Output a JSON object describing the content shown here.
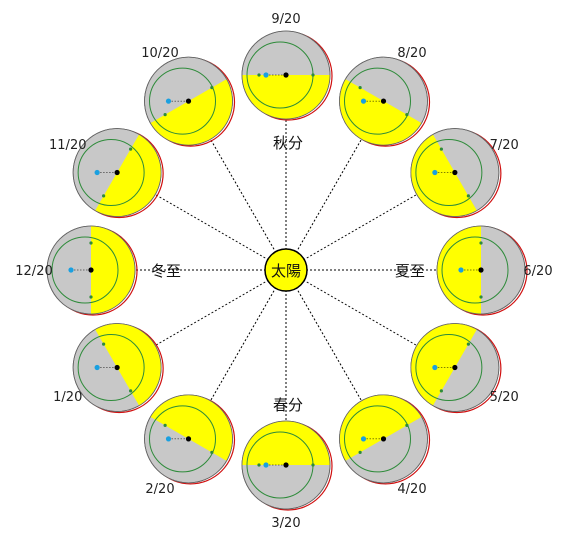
{
  "center": {
    "label": "太陽",
    "color": "#ffff00"
  },
  "seasons": [
    {
      "key": "autumn",
      "label": "秋分"
    },
    {
      "key": "winter",
      "label": "冬至"
    },
    {
      "key": "summer",
      "label": "夏至"
    },
    {
      "key": "spring",
      "label": "春分"
    }
  ],
  "dates": [
    {
      "label": "9/20",
      "angle": -90,
      "sunDir": 90,
      "rot": 0
    },
    {
      "label": "8/20",
      "angle": -60,
      "sunDir": 120,
      "rot": 30
    },
    {
      "label": "7/20",
      "angle": -30,
      "sunDir": 150,
      "rot": 60
    },
    {
      "label": "6/20",
      "angle": 0,
      "sunDir": 180,
      "rot": 90
    },
    {
      "label": "5/20",
      "angle": 30,
      "sunDir": 210,
      "rot": 120
    },
    {
      "label": "4/20",
      "angle": 60,
      "sunDir": 240,
      "rot": 150
    },
    {
      "label": "3/20",
      "angle": 90,
      "sunDir": 270,
      "rot": 180
    },
    {
      "label": "2/20",
      "angle": 120,
      "sunDir": 300,
      "rot": 210
    },
    {
      "label": "1/20",
      "angle": 150,
      "sunDir": 330,
      "rot": 240
    },
    {
      "label": "12/20",
      "angle": 180,
      "sunDir": 0,
      "rot": 270
    },
    {
      "label": "11/20",
      "angle": 210,
      "sunDir": 30,
      "rot": 300
    },
    {
      "label": "10/20",
      "angle": 240,
      "sunDir": 60,
      "rot": 330
    }
  ],
  "colors": {
    "day": "#ffff00",
    "night": "#c8c8c8",
    "orbit": "#2e8b3a",
    "rim": "#d01010",
    "pole": "#1aa0e0",
    "axis": "#000000"
  }
}
